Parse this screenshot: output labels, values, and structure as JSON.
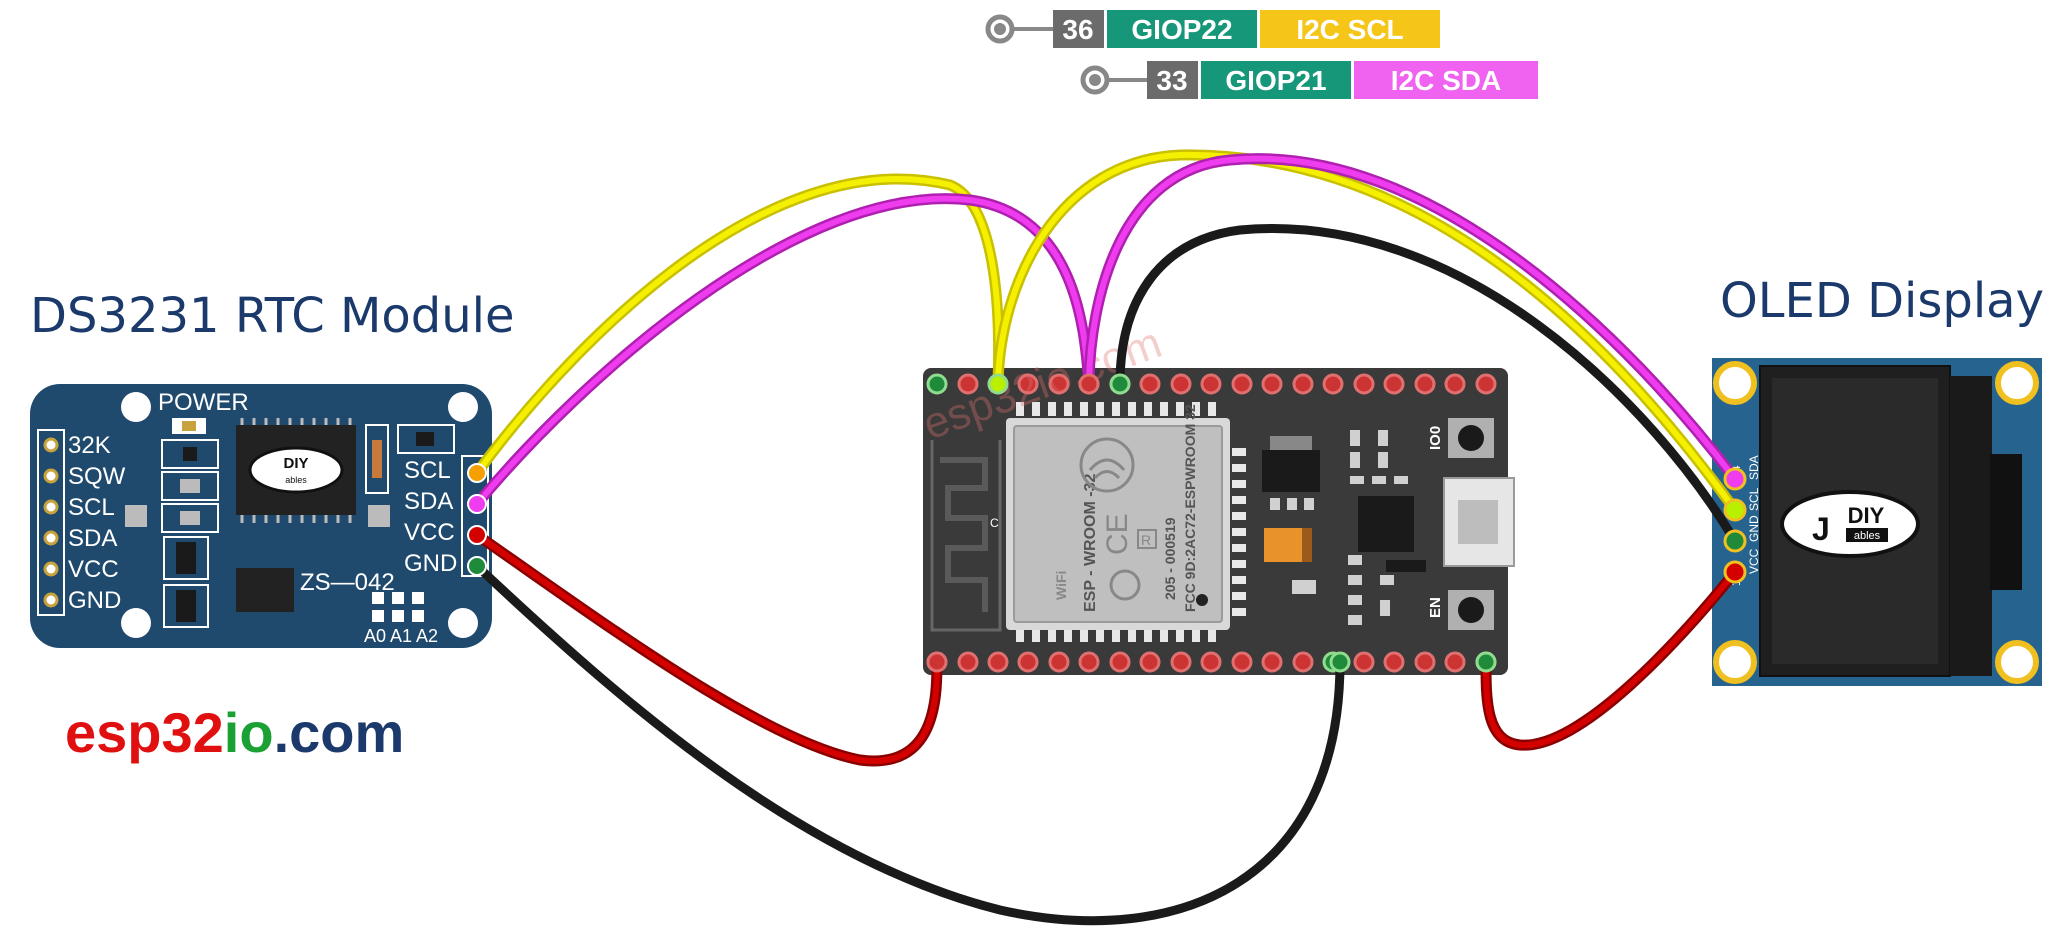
{
  "pin_legend": [
    {
      "pin_number": "36",
      "gpio": "GIOP22",
      "function": "I2C SCL",
      "function_color": "#f5c518"
    },
    {
      "pin_number": "33",
      "gpio": "GIOP21",
      "function": "I2C SDA",
      "function_color": "#f062f0"
    }
  ],
  "rtc_module": {
    "title": "DS3231 RTC Module",
    "power_label": "POWER",
    "left_pins": [
      "32K",
      "SQW",
      "SCL",
      "SDA",
      "VCC",
      "GND"
    ],
    "right_pins": [
      "SCL",
      "SDA",
      "VCC",
      "GND"
    ],
    "chip_label": "ZS—042",
    "address_labels": "A0 A1 A2"
  },
  "oled_display": {
    "title": "OLED Display",
    "pin_labels": [
      "SDA",
      "SCL",
      "GND",
      "VCC"
    ],
    "pin_index_first": "4",
    "pin_index_last": "1"
  },
  "esp32_board": {
    "module_name": "ESP - WROOM -32",
    "cert_line_1": "205 - 000519",
    "cert_line_2": "FCC 9D:2AC72-ESPWROOM 32",
    "button_boot": "IO0",
    "button_en": "EN",
    "antenna_mark": "C",
    "mark_r": "R",
    "mark_ce": "CE",
    "wifi_text": "WiFi"
  },
  "logo_text": "DIY ables",
  "watermark": {
    "part1": "esp32",
    "part2": "io",
    "part3": ".com"
  },
  "colors": {
    "wire_yellow": "#f5ef00",
    "wire_magenta": "#ee3cee",
    "wire_red": "#cc0000",
    "wire_black": "#1a1a1a",
    "board": "#3a3a3a",
    "module_blue": "#1f4a6e",
    "title": "#1b3a6b",
    "gpio_green": "#17977a"
  }
}
